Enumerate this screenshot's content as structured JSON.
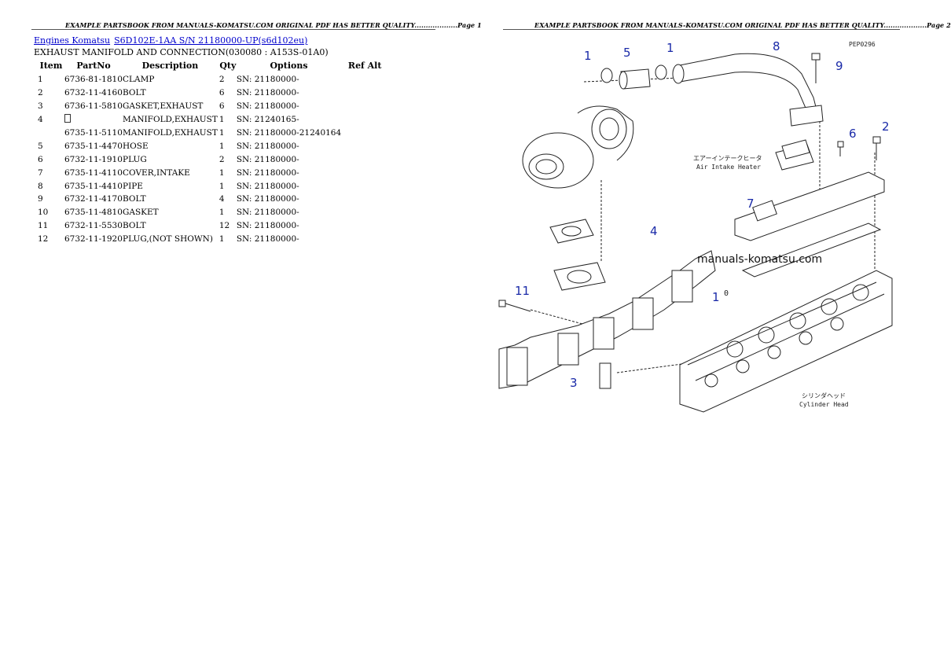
{
  "left_page": {
    "banner": "EXAMPLE PARTSBOOK FROM MANUALS-KOMATSU.COM ORIGINAL PDF HAS BETTER QUALITY...................Page 1",
    "breadcrumb": {
      "link1": "Engines Komatsu",
      "link2": "S6D102E-1AA S/N 21180000-UP(s6d102eu)"
    },
    "section_title": "EXHAUST MANIFOLD AND CONNECTION(030080 : A153S-01A0)",
    "table": {
      "headers": {
        "item": "Item",
        "part": "PartNo",
        "desc": "Description",
        "qty": "Qty",
        "options": "Options",
        "ref": "Ref Alt"
      },
      "rows": [
        {
          "item": "1",
          "part": "6736-81-1810",
          "desc": "CLAMP",
          "qty": "2",
          "options": "SN: 21180000-",
          "ref": ""
        },
        {
          "item": "2",
          "part": "6732-11-4160",
          "desc": "BOLT",
          "qty": "6",
          "options": "SN: 21180000-",
          "ref": ""
        },
        {
          "item": "3",
          "part": "6736-11-5810",
          "desc": "GASKET,EXHAUST",
          "qty": "6",
          "options": "SN: 21180000-",
          "ref": ""
        },
        {
          "item": "4",
          "part": "",
          "desc": "MANIFOLD,EXHAUST",
          "qty": "1",
          "options": "SN: 21240165-",
          "ref": ""
        },
        {
          "item": "",
          "part": "6735-11-5110",
          "desc": "MANIFOLD,EXHAUST",
          "qty": "1",
          "options": "SN: 21180000-21240164",
          "ref": ""
        },
        {
          "item": "5",
          "part": "6735-11-4470",
          "desc": "HOSE",
          "qty": "1",
          "options": "SN: 21180000-",
          "ref": ""
        },
        {
          "item": "6",
          "part": "6732-11-1910",
          "desc": "PLUG",
          "qty": "2",
          "options": "SN: 21180000-",
          "ref": ""
        },
        {
          "item": "7",
          "part": "6735-11-4110",
          "desc": "COVER,INTAKE",
          "qty": "1",
          "options": "SN: 21180000-",
          "ref": ""
        },
        {
          "item": "8",
          "part": "6735-11-4410",
          "desc": "PIPE",
          "qty": "1",
          "options": "SN: 21180000-",
          "ref": ""
        },
        {
          "item": "9",
          "part": "6732-11-4170",
          "desc": "BOLT",
          "qty": "4",
          "options": "SN: 21180000-",
          "ref": ""
        },
        {
          "item": "10",
          "part": "6735-11-4810",
          "desc": "GASKET",
          "qty": "1",
          "options": "SN: 21180000-",
          "ref": ""
        },
        {
          "item": "11",
          "part": "6732-11-5530",
          "desc": "BOLT",
          "qty": "12",
          "options": "SN: 21180000-",
          "ref": ""
        },
        {
          "item": "12",
          "part": "6732-11-1920",
          "desc": "PLUG,(NOT SHOWN)",
          "qty": "1",
          "options": "SN: 21180000-",
          "ref": ""
        }
      ]
    }
  },
  "right_page": {
    "banner": "EXAMPLE PARTSBOOK FROM MANUALS-KOMATSU.COM ORIGINAL PDF HAS BETTER QUALITY...................Page 2",
    "drawing_code": "PEP0296",
    "watermark": "manuals-komatsu.com",
    "label_air_intake_jp": "エアーインテークヒータ",
    "label_air_intake_en": "Air Intake Heater",
    "label_cyl_head_jp": "シリンダヘッド",
    "label_cyl_head_en": "Cylinder Head",
    "callouts": {
      "c1a": "1",
      "c5": "5",
      "c1b": "1",
      "c8": "8",
      "c9": "9",
      "c6": "6",
      "c2": "2",
      "c7": "7",
      "c4": "4",
      "c10a": "1",
      "c10b": "0",
      "c11": "11",
      "c3": "3"
    },
    "callout_color": "#1a2aa8"
  }
}
